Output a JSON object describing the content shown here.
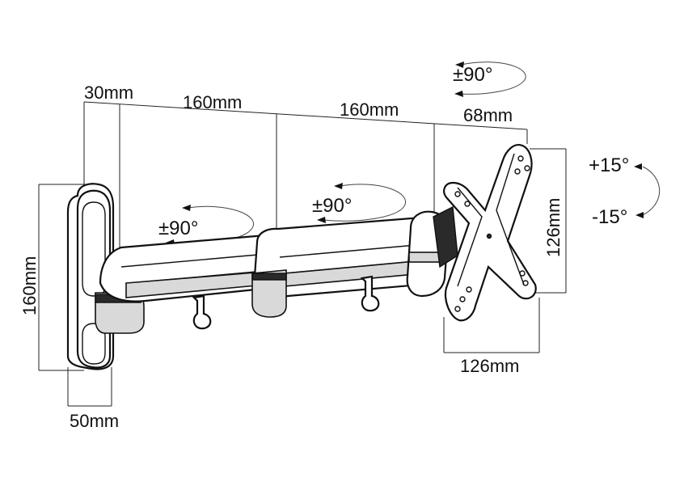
{
  "dimensions": {
    "wall_offset": "30mm",
    "arm1_length": "160mm",
    "arm2_length": "160mm",
    "head_offset": "68mm",
    "wall_plate_height": "160mm",
    "wall_plate_width": "50mm",
    "vesa_height": "126mm",
    "vesa_width": "126mm"
  },
  "angles": {
    "head_swivel": "±90°",
    "arm2_swivel": "±90°",
    "arm1_swivel": "±90°",
    "tilt_up": "+15°",
    "tilt_down": "-15°"
  },
  "colors": {
    "line": "#111111",
    "shade": "#d9d9d9",
    "dark": "#2a2a2a"
  }
}
